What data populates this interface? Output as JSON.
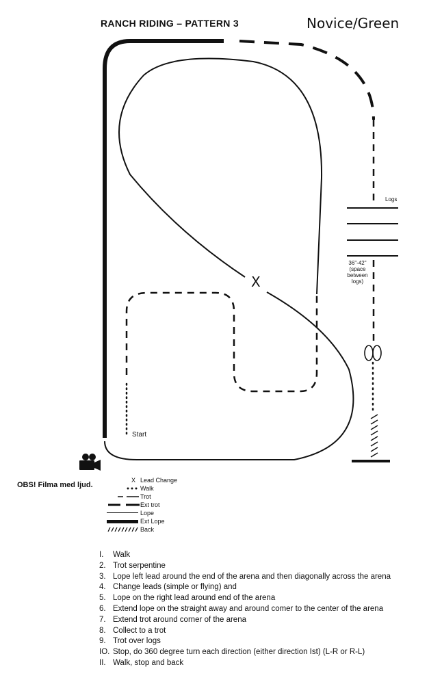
{
  "header": {
    "title": "RANCH RIDING – PATTERN 3",
    "level": "Novice/Green"
  },
  "diagram": {
    "logs_label": "Logs",
    "spacing_label": [
      "36\"-42\"",
      "(space",
      "between",
      "logs)"
    ],
    "start_label": "Start",
    "lead_change_mark": "X",
    "camera_icon": "video-camera-icon"
  },
  "note": "OBS! Filma med ljud.",
  "legend": [
    {
      "symbol": "X",
      "label": "Lead Change"
    },
    {
      "symbol": "dotted",
      "label": "Walk"
    },
    {
      "symbol": "short-dash",
      "label": "Trot"
    },
    {
      "symbol": "long-dash",
      "label": "Ext trot"
    },
    {
      "symbol": "solid-thin",
      "label": "Lope"
    },
    {
      "symbol": "solid-thick",
      "label": "Ext Lope"
    },
    {
      "symbol": "hatch",
      "label": "Back"
    }
  ],
  "steps": [
    {
      "num": "I.",
      "text": "Walk"
    },
    {
      "num": "2.",
      "text": "Trot serpentine"
    },
    {
      "num": "3.",
      "text": "Lope left lead around the end of the arena and then diagonally across the arena"
    },
    {
      "num": "4.",
      "text": "Change leads (simple or flying) and"
    },
    {
      "num": "5.",
      "text": "Lope on the right lead around end of the arena"
    },
    {
      "num": "6.",
      "text": "Extend lope on the straight away and around comer to the center of the arena"
    },
    {
      "num": "7.",
      "text": "Extend trot around corner of the arena"
    },
    {
      "num": "8.",
      "text": "Collect to a trot"
    },
    {
      "num": "9.",
      "text": "Trot over logs"
    },
    {
      "num": "IO.",
      "text": "Stop, do 360 degree turn each direction (either direction Ist) (L-R or R-L)"
    },
    {
      "num": "II.",
      "text": "Walk, stop and back"
    }
  ]
}
